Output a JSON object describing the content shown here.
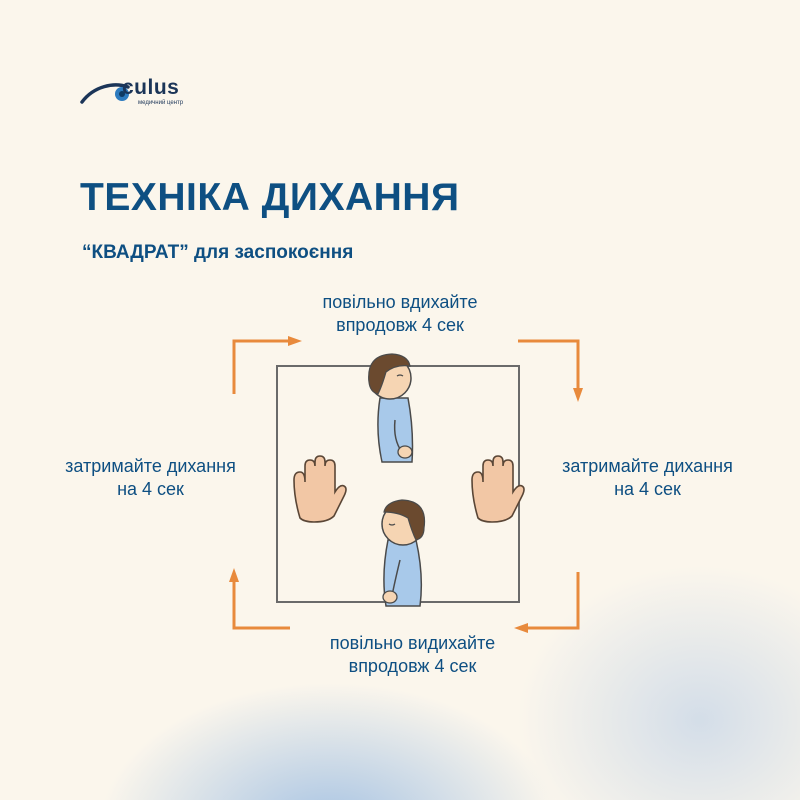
{
  "logo": {
    "name": "culus",
    "tagline": "медичний центр"
  },
  "title": "ТЕХНІКА ДИХАННЯ",
  "subtitle": "“КВАДРАТ” для заспокоєння",
  "steps": {
    "top": {
      "line1": "повільно вдихайте",
      "line2": "впродовж 4 сек"
    },
    "right": {
      "line1": "затримайте дихання",
      "line2": "на 4 сек"
    },
    "bottom": {
      "line1": "повільно видихайте",
      "line2": "впродовж 4 сек"
    },
    "left": {
      "line1": "затримайте дихання",
      "line2": "на 4 сек"
    }
  },
  "colors": {
    "title": "#0e4f82",
    "arrow": "#e88a3c",
    "background": "#fbf6ec"
  },
  "icons": [
    "eye-logo-icon",
    "boy-inhale-icon",
    "boy-exhale-icon",
    "hand-left-icon",
    "hand-right-icon"
  ]
}
